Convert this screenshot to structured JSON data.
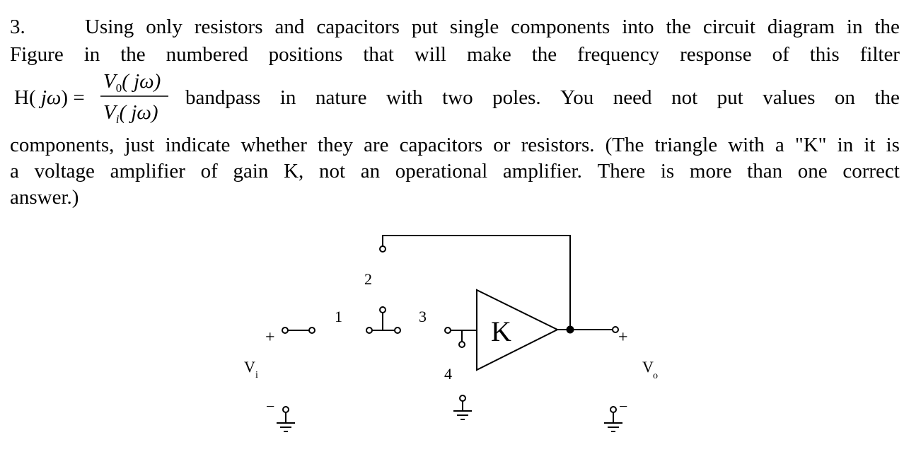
{
  "question": {
    "number": "3.",
    "line1_words": [
      "Using",
      "only",
      "resistors",
      "and",
      "capacitors",
      "put",
      "single",
      "components",
      "into",
      "the",
      "circuit",
      "diagram",
      "in",
      "the"
    ],
    "line2_words": [
      "Figure",
      "in",
      "the",
      "numbered",
      "positions",
      "that",
      "will",
      "make",
      "the",
      "frequency",
      "response",
      "of",
      "this",
      "filter"
    ],
    "eq_lhs": "H( jω) =",
    "eq_num": "V0( jω)",
    "eq_den": "Vi( jω)",
    "line3_words": [
      "bandpass",
      "in",
      "nature",
      "with",
      "two",
      "poles.",
      "You",
      "need",
      "not",
      "put",
      "values",
      "on",
      "the"
    ],
    "line4": "components, just indicate whether they are capacitors or resistors. (The triangle with a \"K\" in it is",
    "line5_words": [
      "a",
      "voltage",
      "amplifier",
      "of",
      "gain",
      "K,",
      "not",
      "an",
      "operational",
      "amplifier.",
      "There",
      "is",
      "more",
      "than",
      "one",
      "correct"
    ],
    "line6": "answer.)"
  },
  "circuit": {
    "amp_label": "K",
    "pos1": "1",
    "pos2": "2",
    "pos3": "3",
    "pos4": "4",
    "vi": "V",
    "vi_sub": "i",
    "vo": "V",
    "vo_sub": "o",
    "plus": "+",
    "minus": "−"
  }
}
